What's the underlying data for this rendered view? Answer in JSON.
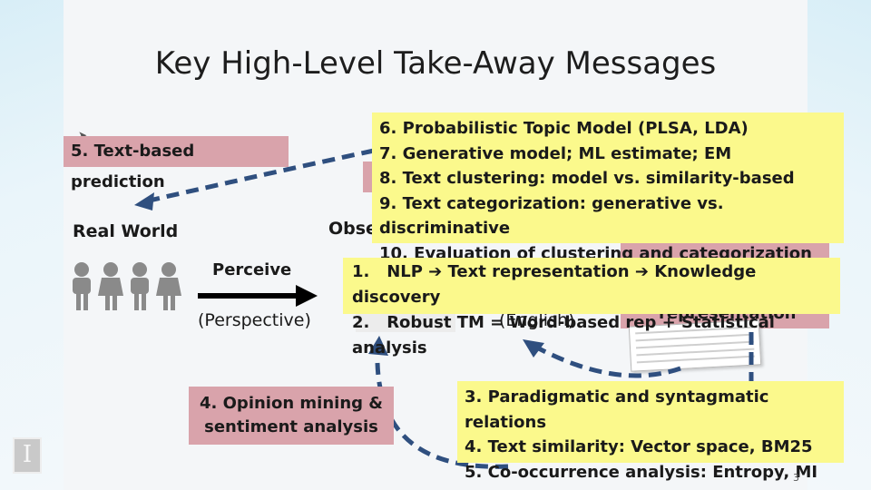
{
  "slide": {
    "title": "Key High-Level Take-Away Messages",
    "page_number": "3"
  },
  "labels": {
    "real_world": "Real World",
    "observed": "Obse",
    "perceive": "Perceive",
    "perspective": "(Perspective)",
    "english": "(English)",
    "representation": "representation"
  },
  "boxes": {
    "prediction": "5. Text-based prediction",
    "opinion_line1": "4. Opinion mining &",
    "opinion_line2": "sentiment analysis",
    "topic": [
      "6. Probabilistic Topic Model (PLSA, LDA)",
      "7. Generative model; ML estimate; EM",
      "8. Text clustering: model vs. similarity-based",
      "9. Text categorization: generative vs. discriminative",
      "10. Evaluation of clustering and categorization"
    ],
    "nlp": [
      {
        "num": "1.",
        "text": "NLP ➔ Text representation ➔ Knowledge discovery"
      },
      {
        "num": "2.",
        "text": "Robust TM = Word-based rep + Statistical analysis"
      }
    ],
    "paradigm": [
      "3. Paradigmatic and syntagmatic relations",
      "4. Text similarity: Vector space, BM25",
      "5. Co-occurrence analysis: Entropy, MI"
    ]
  },
  "colors": {
    "pink": "#d9a3ab",
    "yellow": "#fbf98c",
    "arrow_blue": "#2f4f7f"
  },
  "icons": {
    "people": "people-icon",
    "logo": "university-logo",
    "cursor": "mouse-cursor-icon"
  }
}
